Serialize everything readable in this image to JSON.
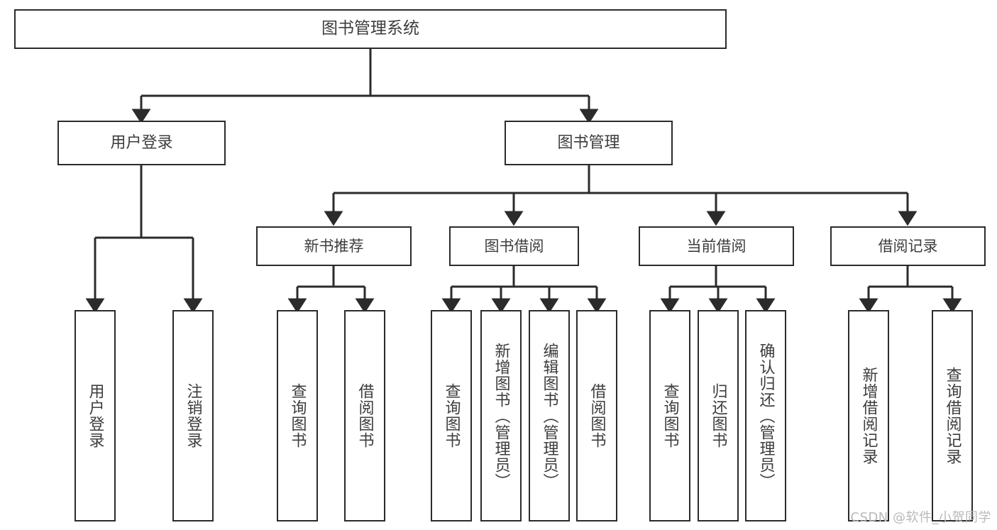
{
  "diagram": {
    "title": "图书管理系统",
    "type": "hierarchy-tree",
    "watermark": "CSDN @软件_小贺同学",
    "colors": {
      "node_border": "#2b2b2b",
      "node_fill": "#ffffff",
      "edge": "#2b2b2b",
      "text": "#3d3d3d",
      "watermark": "#b9b9b9",
      "background": "#ffffff"
    },
    "nodes": {
      "root": {
        "label": "图书管理系统"
      },
      "level2": [
        {
          "id": "user-login",
          "label": "用户登录"
        },
        {
          "id": "book-manage",
          "label": "图书管理"
        }
      ],
      "level3": [
        {
          "id": "new-book-rec",
          "label": "新书推荐"
        },
        {
          "id": "book-borrow",
          "label": "图书借阅"
        },
        {
          "id": "current-borrow",
          "label": "当前借阅"
        },
        {
          "id": "borrow-record",
          "label": "借阅记录"
        }
      ],
      "leaves": {
        "user-login": [
          {
            "id": "leaf-user-login",
            "label": "用户登录"
          },
          {
            "id": "leaf-user-logout",
            "label": "注销登录"
          }
        ],
        "new-book-rec": [
          {
            "id": "leaf-query-book-1",
            "label": "查询图书"
          },
          {
            "id": "leaf-borrow-book-1",
            "label": "借阅图书"
          }
        ],
        "book-borrow": [
          {
            "id": "leaf-query-book-2",
            "label": "查询图书"
          },
          {
            "id": "leaf-add-book",
            "label": "新增图书（管理员）"
          },
          {
            "id": "leaf-edit-book",
            "label": "编辑图书（管理员）"
          },
          {
            "id": "leaf-borrow-book-2",
            "label": "借阅图书"
          }
        ],
        "current-borrow": [
          {
            "id": "leaf-query-book-3",
            "label": "查询图书"
          },
          {
            "id": "leaf-return-book",
            "label": "归还图书"
          },
          {
            "id": "leaf-confirm-return",
            "label": "确认归还（管理员）"
          }
        ],
        "borrow-record": [
          {
            "id": "leaf-add-record",
            "label": "新增借阅记录"
          },
          {
            "id": "leaf-query-record",
            "label": "查询借阅记录"
          }
        ]
      }
    }
  }
}
